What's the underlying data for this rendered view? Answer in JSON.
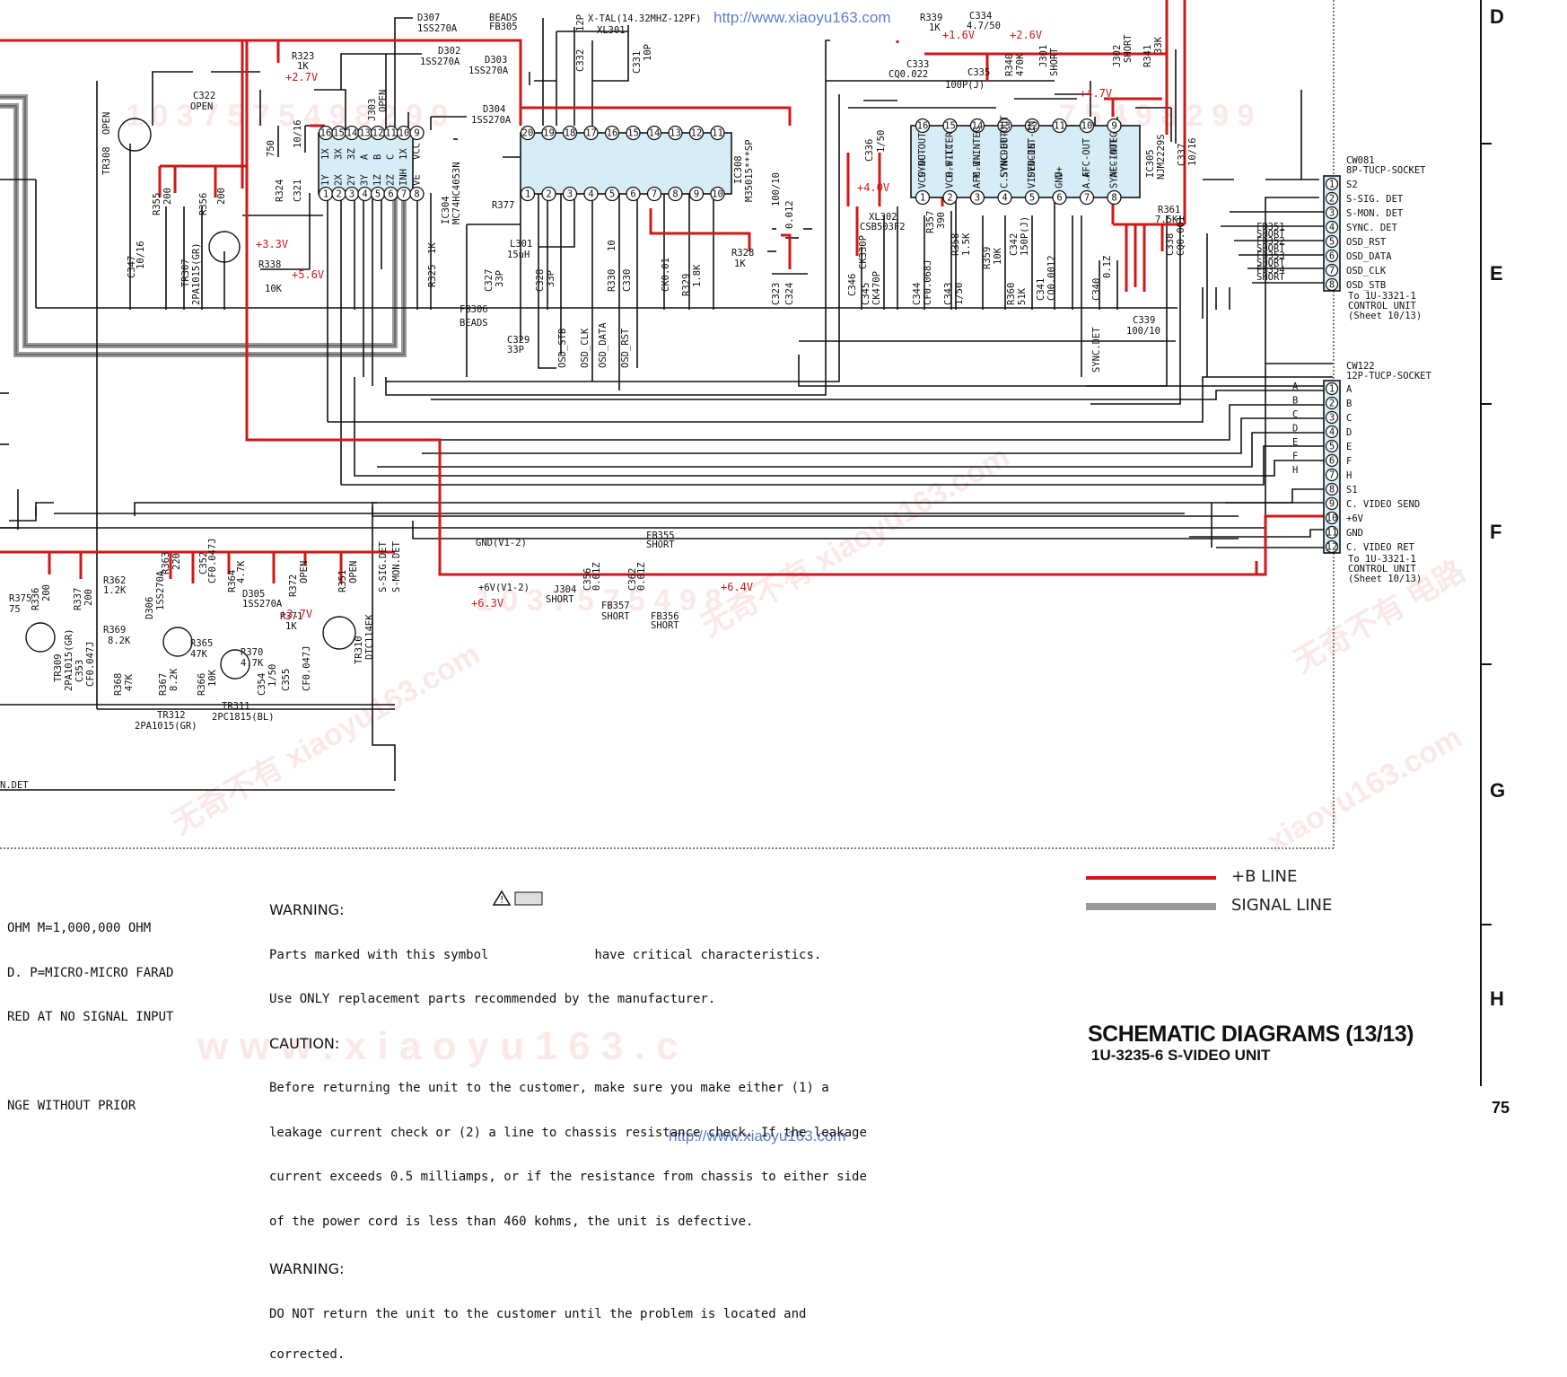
{
  "title": "SCHEMATIC DIAGRAMS  (13/13)",
  "subtitle": "1U-3235-6 S-VIDEO UNIT",
  "page_number": "75",
  "watermark_url": "http://www.xiaoyu163.com",
  "zones": [
    "D",
    "E",
    "F",
    "G",
    "H"
  ],
  "legend": {
    "b_line": "+B LINE",
    "signal_line": "SIGNAL LINE",
    "b_line_color": "#d01818",
    "signal_line_color": "#999999"
  },
  "notes_left": [
    "OHM M=1,000,000 OHM",
    "D. P=MICRO-MICRO FARAD",
    "RED AT NO SIGNAL INPUT",
    "",
    "NGE WITHOUT PRIOR"
  ],
  "warning1": {
    "heading": "WARNING:",
    "line1_a": "Parts marked with this symbol",
    "line1_b": "have critical characteristics.",
    "line2": "Use ONLY replacement parts recommended by the manufacturer."
  },
  "caution": {
    "heading": "CAUTION:",
    "lines": [
      "Before returning the unit to the customer, make sure you make either (1) a",
      "leakage current check or (2) a line to chassis resistance check. If the leakage",
      "current exceeds 0.5 milliamps, or if the resistance from chassis to either side",
      "of the power cord is less than 460 kohms, the unit is defective."
    ]
  },
  "warning2": {
    "heading": "WARNING:",
    "lines": [
      "DO NOT return the unit to the customer until the problem is located and",
      "corrected."
    ]
  },
  "cw081": {
    "name": "CW081",
    "type": "8P-TUCP-SOCKET",
    "pins": [
      "S2",
      "S-SIG. DET",
      "S-MON. DET",
      "SYNC. DET",
      "OSD_RST",
      "OSD_DATA",
      "OSD_CLK",
      "OSD_STB"
    ],
    "note": [
      "To 1U-3321-1",
      "CONTROL UNIT",
      "(Sheet 10/13)"
    ]
  },
  "cw122": {
    "name": "CW122",
    "type": "12P-TUCP-SOCKET",
    "pins": [
      "A",
      "B",
      "C",
      "D",
      "E",
      "F",
      "H",
      "S1",
      "C. VIDEO SEND",
      "+6V",
      "GND",
      "C. VIDEO RET"
    ],
    "note": [
      "To 1U-3321-1",
      "CONTROL UNIT",
      "(Sheet 10/13)"
    ],
    "bus_letters": [
      "A",
      "B",
      "C",
      "D",
      "E",
      "F",
      "H"
    ]
  },
  "voltages": [
    "+2.7V",
    "+3.3V",
    "+5.6V",
    "+1.6V",
    "+2.6V",
    "+4.7V",
    "+4.0V",
    "+6.3V",
    "+6.4V",
    "+3.7V"
  ],
  "ics": {
    "ic304": [
      "IC304",
      "MC74HC4053N"
    ],
    "ic308": [
      "IC308",
      "M35015***SP"
    ],
    "ic305": [
      "IC305",
      "NJM2229S"
    ],
    "ic304_pins": [
      "1Y",
      "2X",
      "2Y",
      "3Y",
      "1Z",
      "2Z",
      "INH",
      "VE",
      "1X",
      "3X",
      "3Z",
      "A",
      "B",
      "C",
      "1X",
      "VCC"
    ],
    "ic305_pins": [
      "VCO-OUT",
      "VCO-FILTER",
      "AFC-IN",
      "C.SYNC-OUT",
      "VIDEO-IN",
      "GND",
      "A.F",
      "SYNC-INTEG",
      "SYNC-OUT",
      "H.W-TC",
      "M.W-INTEG",
      "SYNCDET-OUT",
      "SYNCDET-IN",
      "V+",
      "AFC-OUT",
      "AFC-OUT"
    ]
  },
  "components": [
    {
      "ref": "D307",
      "val": "1SS270A"
    },
    {
      "ref": "D302",
      "val": "1SS270A"
    },
    {
      "ref": "BEADS",
      "val": "FB305"
    },
    {
      "ref": "D303",
      "val": "1SS270A"
    },
    {
      "ref": "D304",
      "val": "1SS270A"
    },
    {
      "ref": "R323",
      "val": "1K"
    },
    {
      "ref": "C322",
      "val": "OPEN"
    },
    {
      "ref": "TR308",
      "val": "OPEN"
    },
    {
      "ref": "J303",
      "val": "OPEN"
    },
    {
      "ref": "R324",
      "val": "750"
    },
    {
      "ref": "C321",
      "val": "10/16"
    },
    {
      "ref": "R355",
      "val": "200"
    },
    {
      "ref": "R356",
      "val": "200"
    },
    {
      "ref": "C347",
      "val": "10/16"
    },
    {
      "ref": "TR307",
      "val": "2PA1015(GR)"
    },
    {
      "ref": "R338",
      "val": "10K"
    },
    {
      "ref": "R325",
      "val": "1K"
    },
    {
      "ref": "X-TAL",
      "val": "14.32MHZ-12PF"
    },
    {
      "ref": "C332",
      "val": "12P"
    },
    {
      "ref": "XL301",
      "val": ""
    },
    {
      "ref": "C331",
      "val": "10P"
    },
    {
      "ref": "R377",
      "val": ""
    },
    {
      "ref": "L301",
      "val": "15uH"
    },
    {
      "ref": "C327",
      "val": "33P"
    },
    {
      "ref": "C328",
      "val": "33P"
    },
    {
      "ref": "FB306",
      "val": "BEADS"
    },
    {
      "ref": "C329",
      "val": "33P"
    },
    {
      "ref": "R330",
      "val": "10"
    },
    {
      "ref": "C330",
      "val": "CK0.01"
    },
    {
      "ref": "R329",
      "val": "1.8K"
    },
    {
      "ref": "R328",
      "val": "1K"
    },
    {
      "ref": "C323",
      "val": "100/10"
    },
    {
      "ref": "C324",
      "val": "0.012"
    },
    {
      "ref": "R339",
      "val": "1K"
    },
    {
      "ref": "C334",
      "val": "4.7/50"
    },
    {
      "ref": "C333",
      "val": "CQ0.022"
    },
    {
      "ref": "C335",
      "val": "100P(J)"
    },
    {
      "ref": "R340",
      "val": "470K"
    },
    {
      "ref": "J301",
      "val": "SHORT"
    },
    {
      "ref": "J302",
      "val": "SHORT"
    },
    {
      "ref": "R341",
      "val": "33K"
    },
    {
      "ref": "C336",
      "val": "1/50"
    },
    {
      "ref": "C337",
      "val": "10/16"
    },
    {
      "ref": "XL302",
      "val": "CSB503F2"
    },
    {
      "ref": "R357",
      "val": "390"
    },
    {
      "ref": "R358",
      "val": "1.5K"
    },
    {
      "ref": "C342",
      "val": "150P(J)"
    },
    {
      "ref": "R359",
      "val": "10K"
    },
    {
      "ref": "C346",
      "val": "CK330P"
    },
    {
      "ref": "C345",
      "val": "CK470P"
    },
    {
      "ref": "C344",
      "val": "CF0.068J"
    },
    {
      "ref": "C343",
      "val": "1/50"
    },
    {
      "ref": "R360",
      "val": "51K"
    },
    {
      "ref": "C341",
      "val": "CQ0.0012"
    },
    {
      "ref": "C340",
      "val": "0.1Z"
    },
    {
      "ref": "R361",
      "val": "7.5K"
    },
    {
      "ref": "C338",
      "val": "CQ0.001"
    },
    {
      "ref": "C339",
      "val": "100/10"
    },
    {
      "ref": "FB351",
      "val": "SHORT"
    },
    {
      "ref": "FB352",
      "val": "SHORT"
    },
    {
      "ref": "FB353",
      "val": "SHORT"
    },
    {
      "ref": "FB354",
      "val": "SHORT"
    },
    {
      "ref": "FB355",
      "val": "SHORT"
    },
    {
      "ref": "FB356",
      "val": "SHORT"
    },
    {
      "ref": "FB357",
      "val": "SHORT"
    },
    {
      "ref": "J304",
      "val": "SHORT"
    },
    {
      "ref": "C356",
      "val": "0.01Z"
    },
    {
      "ref": "C362",
      "val": "0.01Z"
    },
    {
      "ref": "R336",
      "val": "200"
    },
    {
      "ref": "R337",
      "val": "200"
    },
    {
      "ref": "R362",
      "val": "1.2K"
    },
    {
      "ref": "R363",
      "val": "220"
    },
    {
      "ref": "C352",
      "val": "CF0.047J"
    },
    {
      "ref": "R364",
      "val": "4.7K"
    },
    {
      "ref": "D305",
      "val": "1SS270A"
    },
    {
      "ref": "R372",
      "val": "OPEN"
    },
    {
      "ref": "R351",
      "val": "OPEN"
    },
    {
      "ref": "TR309",
      "val": "2PA1015(GR)"
    },
    {
      "ref": "C353",
      "val": "CF0.047J"
    },
    {
      "ref": "R369",
      "val": "8.2K"
    },
    {
      "ref": "D306",
      "val": "1SS270A"
    },
    {
      "ref": "R365",
      "val": "47K"
    },
    {
      "ref": "R371",
      "val": "1K"
    },
    {
      "ref": "R370",
      "val": "4.7K"
    },
    {
      "ref": "TR310",
      "val": "DTC114EK"
    },
    {
      "ref": "R368",
      "val": "47K"
    },
    {
      "ref": "R367",
      "val": "8.2K"
    },
    {
      "ref": "R366",
      "val": "10K"
    },
    {
      "ref": "C354",
      "val": "1/50"
    },
    {
      "ref": "C355",
      "val": "CF0.047J"
    },
    {
      "ref": "TR312",
      "val": "2PA1015(GR)"
    },
    {
      "ref": "TR311",
      "val": "2PC1815(BL)"
    },
    {
      "ref": "R375",
      "val": "75"
    }
  ],
  "nets": [
    "GND(V1-2)",
    "+6V(V1-2)",
    "SYNC.DET",
    "OSD_STB",
    "OSD_CLK",
    "OSD_DATA",
    "OSD_RST",
    "S-SIG.DET",
    "S-MON.DET",
    "N.DET"
  ]
}
